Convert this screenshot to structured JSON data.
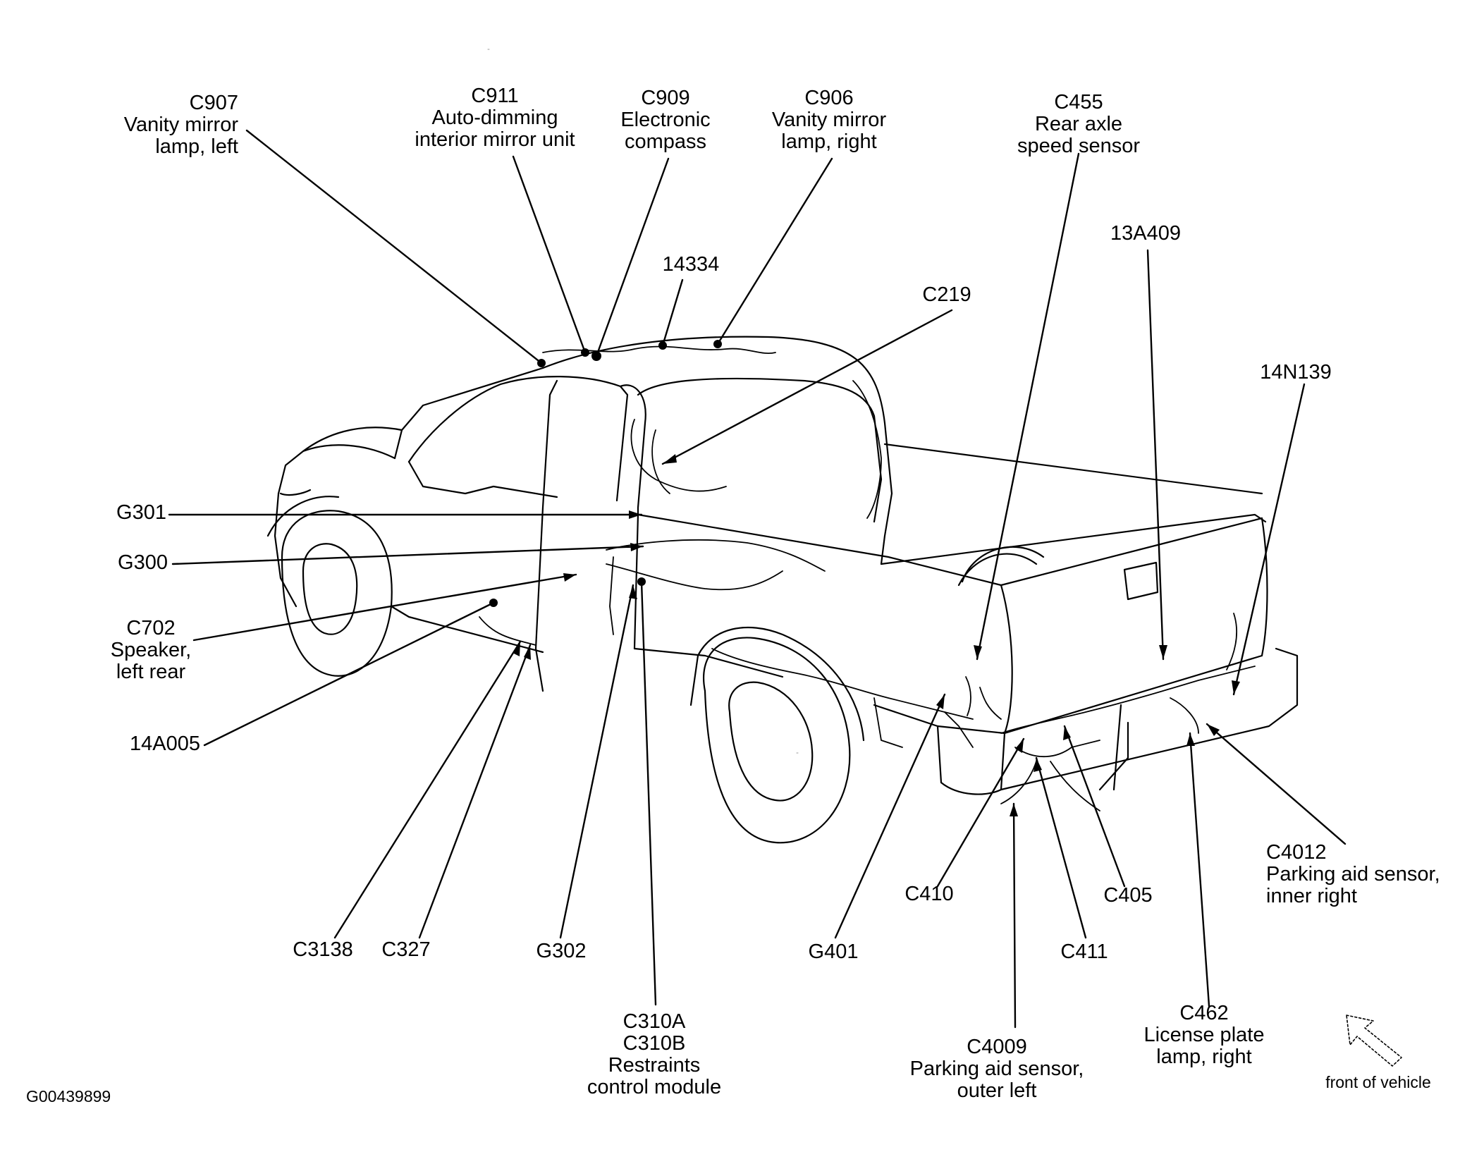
{
  "labels": {
    "c907": {
      "code": "C907",
      "desc1": "Vanity mirror",
      "desc2": "lamp, left"
    },
    "c911": {
      "code": "C911",
      "desc1": "Auto-dimming",
      "desc2": "interior mirror unit"
    },
    "c909": {
      "code": "C909",
      "desc1": "Electronic",
      "desc2": "compass"
    },
    "c906": {
      "code": "C906",
      "desc1": "Vanity mirror",
      "desc2": "lamp, right"
    },
    "c455": {
      "code": "C455",
      "desc1": "Rear axle",
      "desc2": "speed sensor"
    },
    "p14334": {
      "code": "14334"
    },
    "c219": {
      "code": "C219"
    },
    "p13a409": {
      "code": "13A409"
    },
    "p14n139": {
      "code": "14N139"
    },
    "g301": {
      "code": "G301"
    },
    "g300": {
      "code": "G300"
    },
    "c702": {
      "code": "C702",
      "desc1": "Speaker,",
      "desc2": "left rear"
    },
    "p14a005": {
      "code": "14A005"
    },
    "c3138": {
      "code": "C3138"
    },
    "c327": {
      "code": "C327"
    },
    "g302": {
      "code": "G302"
    },
    "c310": {
      "code": "C310A",
      "code2": "C310B",
      "desc1": "Restraints",
      "desc2": "control module"
    },
    "g401": {
      "code": "G401"
    },
    "c410": {
      "code": "C410"
    },
    "c405": {
      "code": "C405"
    },
    "c411": {
      "code": "C411"
    },
    "c4009": {
      "code": "C4009",
      "desc1": "Parking aid sensor,",
      "desc2": "outer left"
    },
    "c462": {
      "code": "C462",
      "desc1": "License plate",
      "desc2": "lamp, right"
    },
    "c4012": {
      "code": "C4012",
      "desc1": "Parking aid sensor,",
      "desc2": "inner right"
    }
  },
  "figure_id": "G00439899",
  "orientation": {
    "text": "front of vehicle",
    "icon": "front-arrow-icon"
  }
}
